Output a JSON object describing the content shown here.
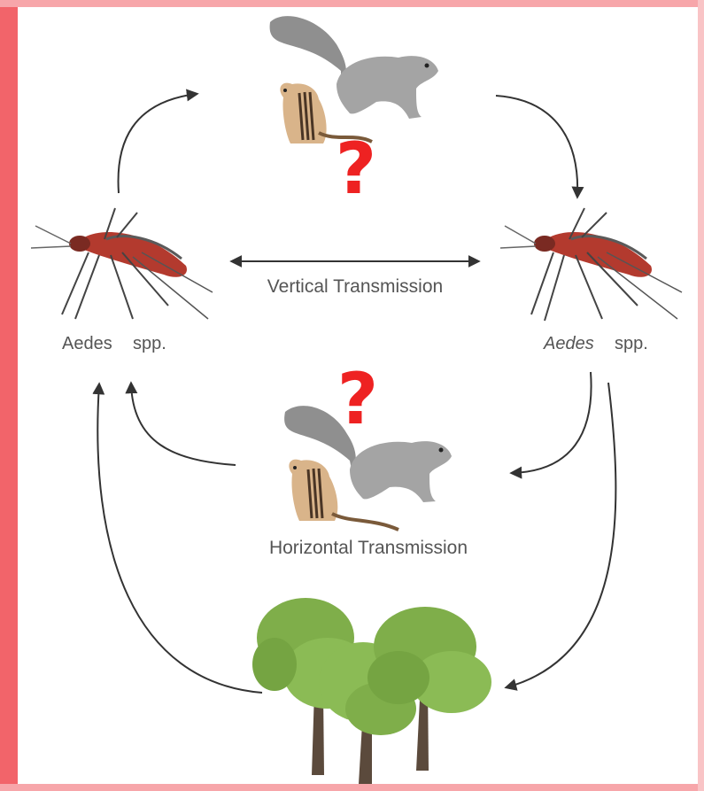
{
  "labels": {
    "vertical": "Vertical Transmission",
    "horizontal": "Horizontal Transmission",
    "left_mosquito_genus": "Aedes",
    "left_mosquito_suffix": "spp.",
    "right_mosquito_genus": "Aedes",
    "right_mosquito_suffix": "spp.",
    "question_top": "?",
    "question_middle": "?"
  },
  "colors": {
    "frame_left": "#f2646a",
    "frame_border": "#f7a6aa",
    "question": "#ee2222",
    "arrow": "#333333",
    "tree_foliage": "#7fae4a",
    "tree_trunk": "#5b4a3c",
    "squirrel_grey": "#9a9a9a",
    "mosquito_body": "#b33a2e"
  },
  "icons": [
    "squirrel-icon",
    "chipmunk-icon",
    "mosquito-icon",
    "tree-icon"
  ]
}
